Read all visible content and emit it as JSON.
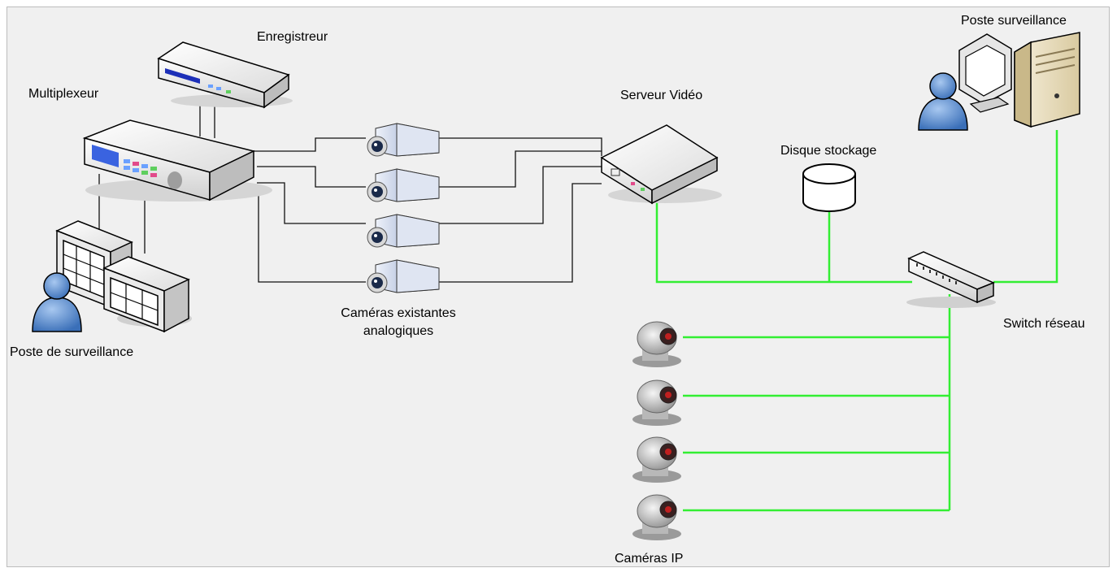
{
  "labels": {
    "enregistreur": "Enregistreur",
    "multiplexeur": "Multiplexeur",
    "poste_surveillance_left": "Poste de surveillance",
    "cameras_analog_line1": "Caméras existantes",
    "cameras_analog_line2": "analogiques",
    "serveur_video": "Serveur Vidéo",
    "disque_stockage": "Disque stockage",
    "poste_surveillance_right": "Poste surveillance",
    "switch_reseau": "Switch réseau",
    "cameras_ip": "Caméras IP"
  },
  "colors": {
    "background": "#f0f0f0",
    "network_link": "#33ee33",
    "analog_link": "#111111",
    "device_body": "#e8e8e8",
    "user_blue": "#5b8fd4"
  }
}
